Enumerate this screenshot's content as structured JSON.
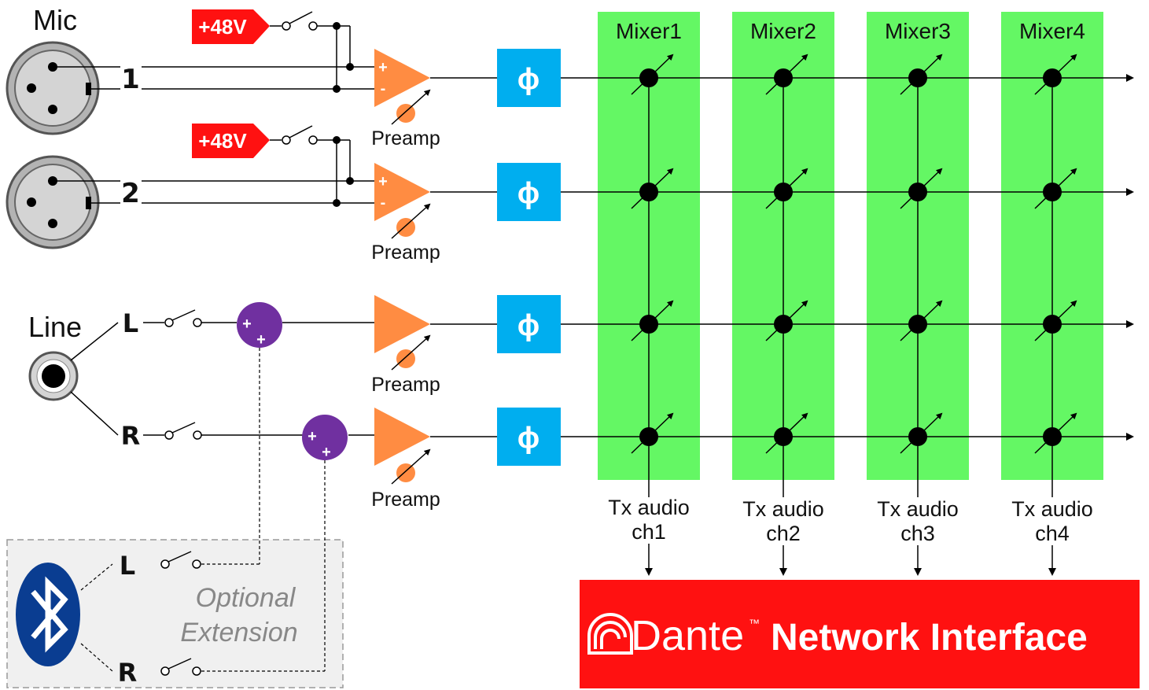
{
  "colors": {
    "mixer_bg": "#64f764",
    "phase_bg": "#00aeef",
    "preamp": "#ff8c42",
    "summer": "#7030a0",
    "phantom": "#ff1111",
    "dante_bg": "#ff1111",
    "bluetooth": "#0a3d91",
    "optional_bg": "#f0f0f0"
  },
  "inputs": {
    "mic_title": "Mic",
    "mic1_label": "1",
    "mic2_label": "2",
    "line_title": "Line",
    "line_left": "L",
    "line_right": "R"
  },
  "phantom": {
    "label": "+48V"
  },
  "preamp": {
    "label": "Preamp"
  },
  "phase": {
    "symbol": "ϕ"
  },
  "summer": {
    "sign": "+"
  },
  "preamp_signs": {
    "plus": "+",
    "minus": "-"
  },
  "mixers": [
    "Mixer1",
    "Mixer2",
    "Mixer3",
    "Mixer4"
  ],
  "tx_outputs": [
    {
      "line1": "Tx audio",
      "line2": "ch1"
    },
    {
      "line1": "Tx audio",
      "line2": "ch2"
    },
    {
      "line1": "Tx audio",
      "line2": "ch3"
    },
    {
      "line1": "Tx audio",
      "line2": "ch4"
    }
  ],
  "optional": {
    "line1": "Optional",
    "line2": "Extension",
    "left": "L",
    "right": "R",
    "icon": "bluetooth-icon"
  },
  "dante": {
    "brand": "Dante",
    "trademark": "™",
    "suffix": "Network Interface",
    "icon": "dante-logo-icon"
  }
}
